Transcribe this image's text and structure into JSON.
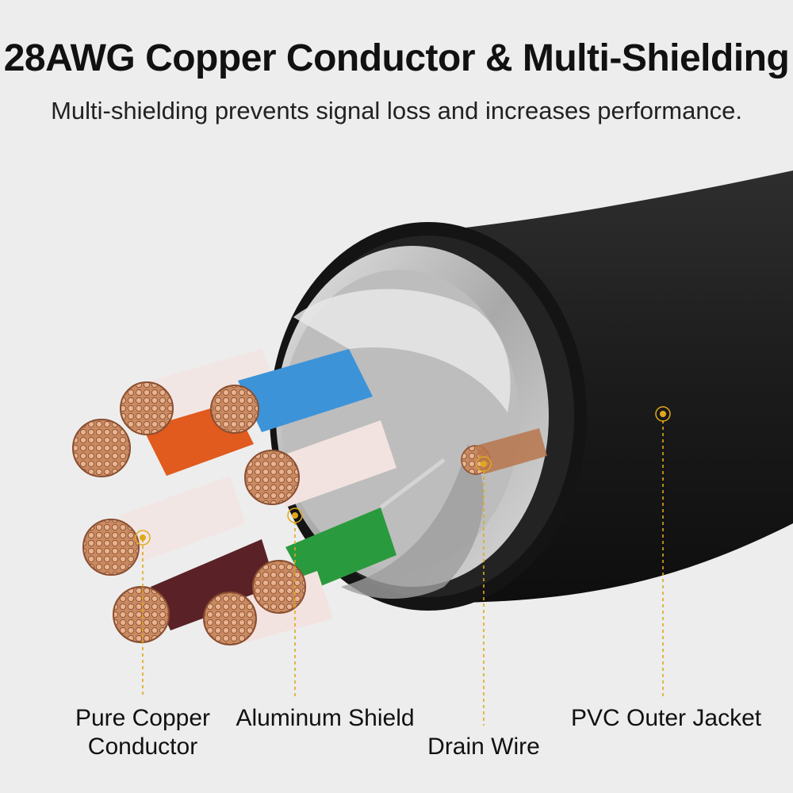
{
  "header": {
    "title": "28AWG Copper Conductor & Multi-Shielding",
    "subtitle": "Multi-shielding prevents signal loss and increases performance."
  },
  "callouts": {
    "copper_line1": "Pure Copper",
    "copper_line2": "Conductor",
    "aluminum": "Aluminum Shield",
    "drain": "Drain Wire",
    "jacket": "PVC Outer Jacket"
  },
  "colors": {
    "background": "#ededed",
    "jacket": "#1c1c1c",
    "foil": "#c9c9c9",
    "copper": "#c98a62",
    "leader": "#e0a81c",
    "wire_orange": "#e15a1e",
    "wire_blue": "#3d93d8",
    "wire_green": "#2a9a3e",
    "wire_brown": "#5a2226",
    "wire_white": "#f1e6e4"
  }
}
